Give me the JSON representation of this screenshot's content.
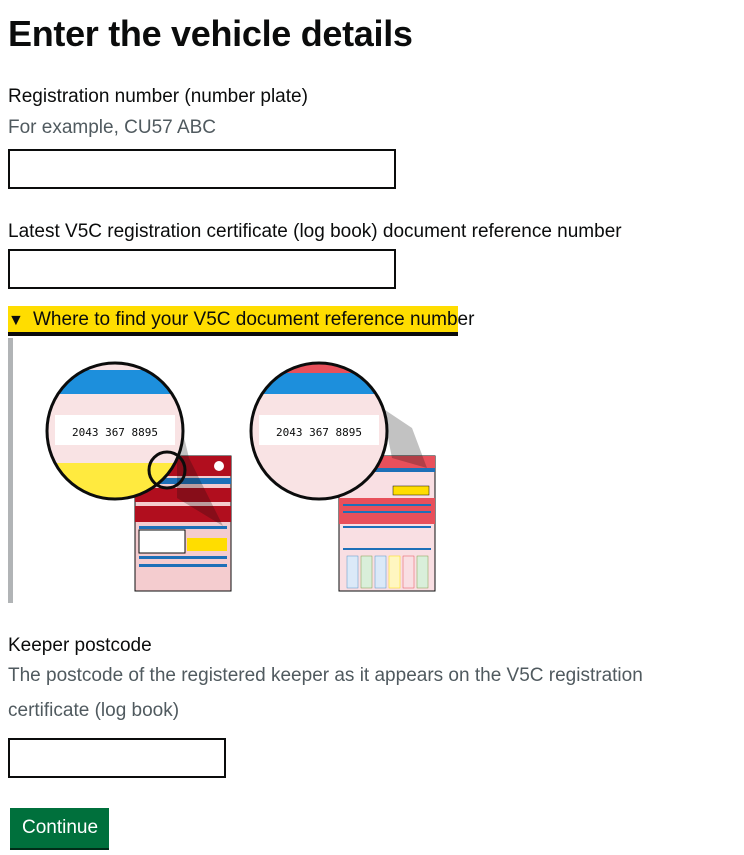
{
  "page": {
    "title": "Enter the vehicle details"
  },
  "registration": {
    "label": "Registration number (number plate)",
    "hint": "For example, CU57 ABC",
    "value": ""
  },
  "v5c": {
    "label": "Latest V5C registration certificate (log book) document reference number",
    "value": "",
    "details": {
      "summary": "Where to find your V5C document reference number",
      "example_number_1": "2043 367 8895",
      "example_number_2": "2043 367 8895"
    }
  },
  "postcode": {
    "label": "Keeper postcode",
    "hint": "The postcode of the registered keeper as it appears on the V5C registration certificate (log book)",
    "value": ""
  },
  "actions": {
    "continue_label": "Continue"
  },
  "colors": {
    "govuk_yellow": "#ffdd00",
    "govuk_green": "#00703c",
    "text": "#0b0c0c",
    "hint": "#505a5f"
  }
}
